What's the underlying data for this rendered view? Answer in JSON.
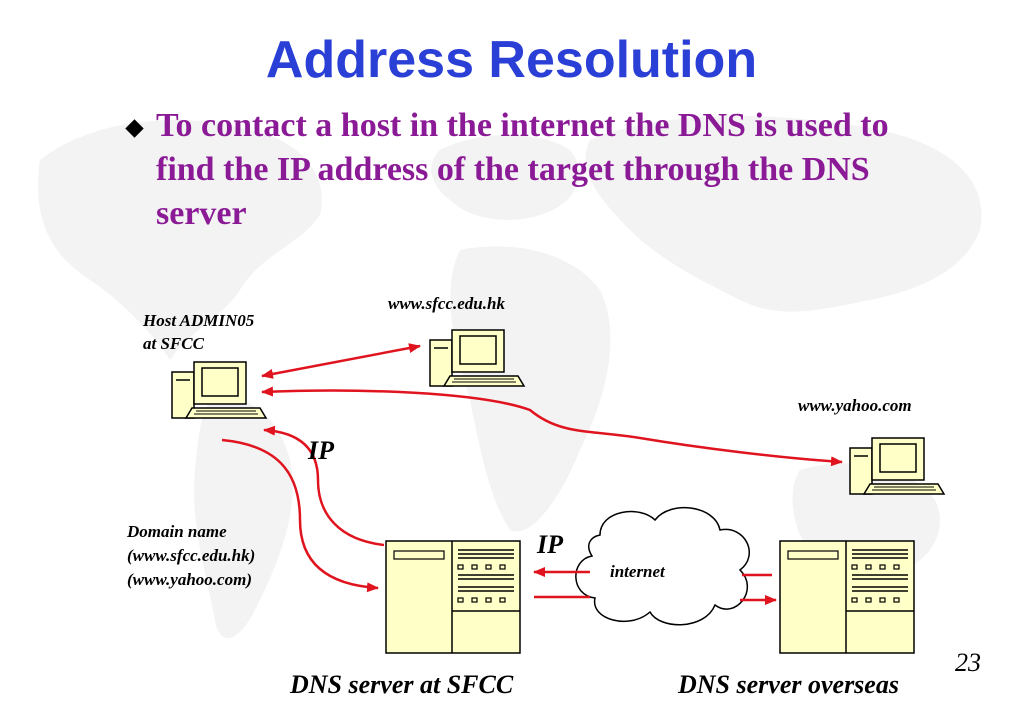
{
  "title": "Address Resolution",
  "bullet": "To contact a host in the internet the DNS is used to find the IP address of the target through the DNS server",
  "labels": {
    "host_line1": "Host ADMIN05",
    "host_line2": "at SFCC",
    "sfcc_web": "www.sfcc.edu.hk",
    "yahoo_web": "www.yahoo.com",
    "ip_upper": "IP",
    "ip_lower": "IP",
    "domain_line1": "Domain name",
    "domain_line2": "(www.sfcc.edu.hk)",
    "domain_line3": "(www.yahoo.com)",
    "internet": "internet",
    "dns_sfcc": "DNS server at SFCC",
    "dns_overseas": "DNS server overseas"
  },
  "page_number": "23",
  "colors": {
    "title": "#2a3fd6",
    "bullet_text": "#8b1a96",
    "arrow": "#e0141e",
    "device_fill": "#ffffc8",
    "map_tint": "#f3f3f3"
  }
}
